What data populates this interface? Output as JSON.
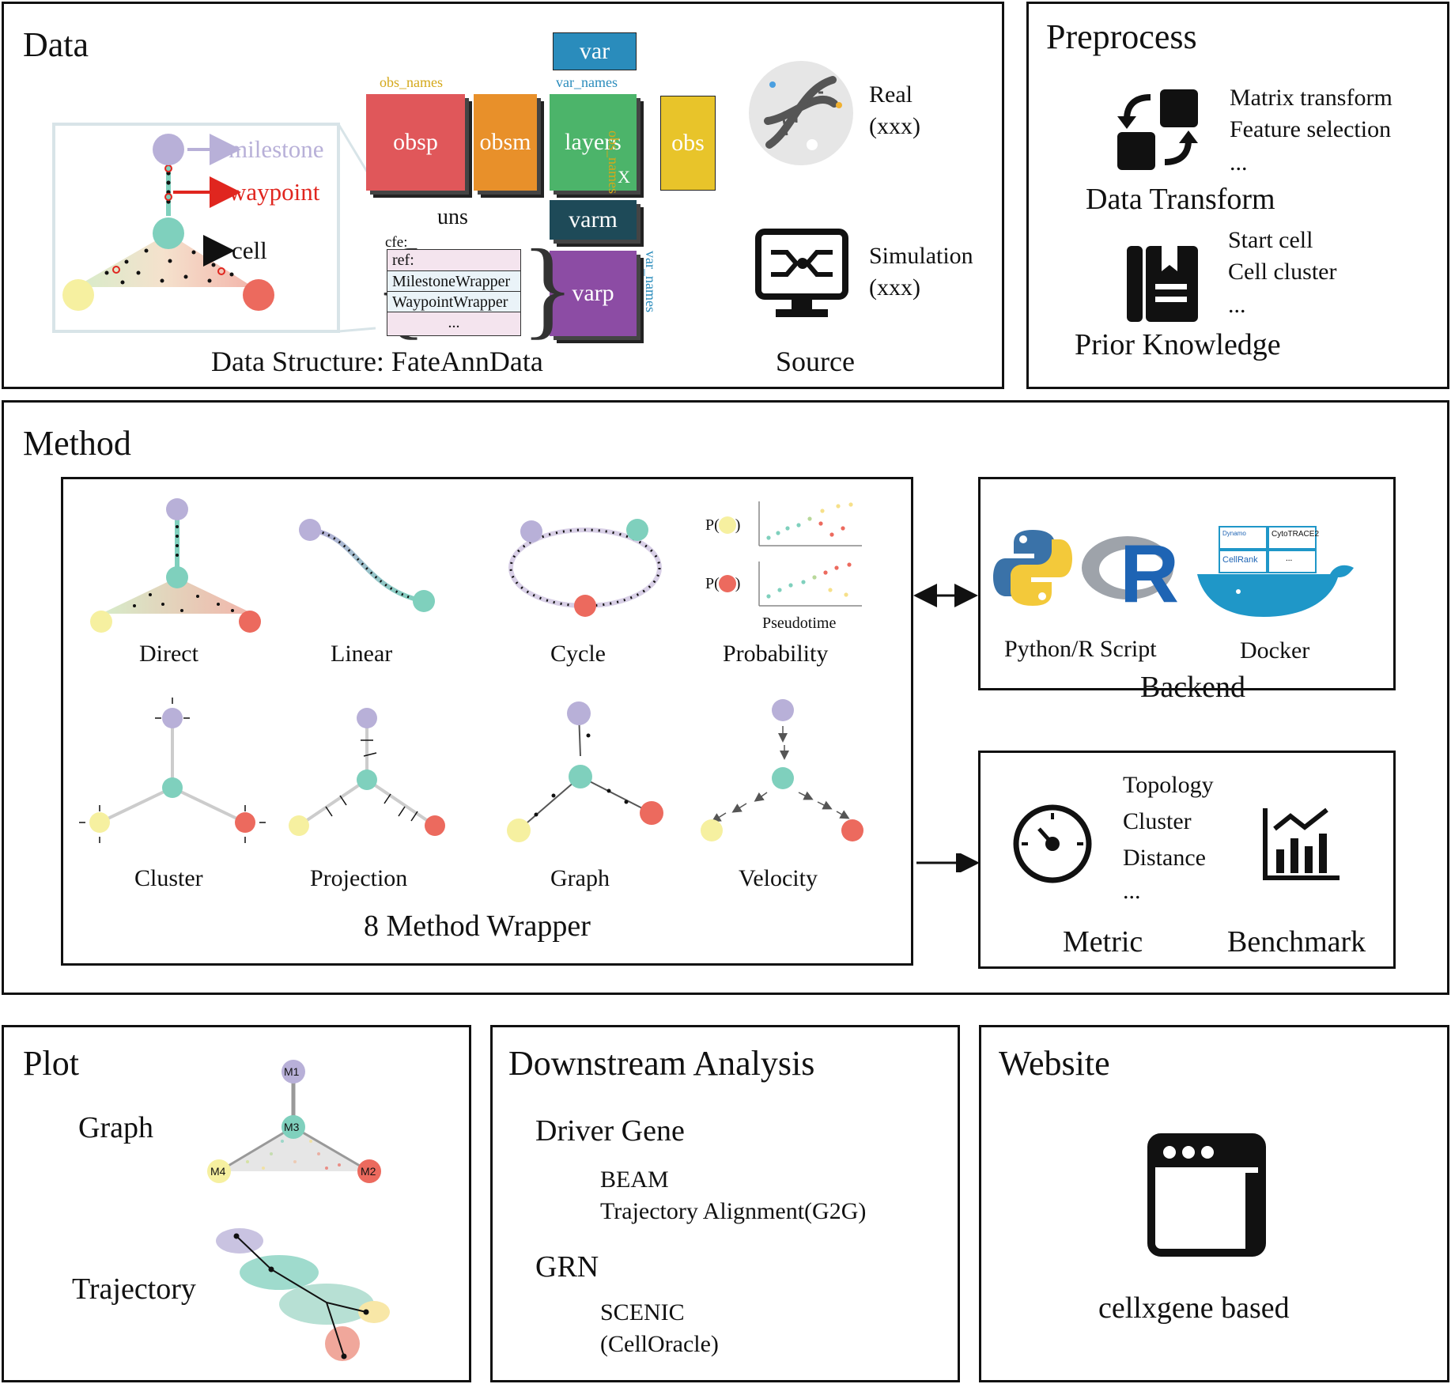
{
  "colors": {
    "milestone": "#b8b0d8",
    "waypoint": "#e0261f",
    "cell_teal": "#7fd0bd",
    "yellow": "#f6f0a0",
    "red": "#ec6a5e",
    "obsp": "#e0575a",
    "obsm": "#e8902a",
    "layers": "#4cb46a",
    "obs": "#e8c42a",
    "var": "#2a8cbc",
    "varm": "#1e4a58",
    "varp": "#8c4ca4",
    "python_blue": "#3a72a8",
    "python_yellow": "#f3c93a",
    "r_blue": "#1e64b4",
    "docker_blue": "#1f97c8"
  },
  "data": {
    "title": "Data",
    "schema": {
      "milestone": "milestone",
      "waypoint": "waypoint",
      "cell": "cell"
    },
    "blocks": {
      "obs_names": "obs_names",
      "var_names_top": "var_names",
      "obs_names_vertical": "obs_names",
      "var_names_vertical": "var_names",
      "obsp": "obsp",
      "obsm": "obsm",
      "layers": "layers",
      "x": "X",
      "obs": "obs",
      "var": "var",
      "varm": "varm",
      "varp": "varp",
      "uns": "uns"
    },
    "uns": {
      "cfe": "cfe:",
      "ref": "ref:",
      "rows": [
        "MilestoneWrapper",
        "WaypointWrapper",
        "..."
      ]
    },
    "structure_caption": "Data Structure: FateAnnData",
    "source": {
      "real": "Real",
      "real_sub": "(xxx)",
      "simulation": "Simulation",
      "simulation_sub": "(xxx)",
      "caption": "Source"
    }
  },
  "preprocess": {
    "title": "Preprocess",
    "transform_items": [
      "Matrix transform",
      "Feature selection",
      "..."
    ],
    "transform_label": "Data Transform",
    "prior_items": [
      "Start cell",
      "Cell cluster",
      "..."
    ],
    "prior_label": "Prior Knowledge"
  },
  "method": {
    "title": "Method",
    "methods": [
      "Direct",
      "Linear",
      "Cycle",
      "Probability",
      "Cluster",
      "Projection",
      "Graph",
      "Velocity"
    ],
    "prob": {
      "p_prefix": "P(",
      "p_suffix": ")",
      "pseudotime": "Pseudotime"
    },
    "wrapper_caption": "8 Method Wrapper",
    "backend": {
      "script_label": "Python/R Script",
      "docker_label": "Docker",
      "caption": "Backend",
      "r_letter": "R",
      "container_labels": [
        "Dynamo",
        "CytoTRACE2",
        "CellRank",
        "..."
      ]
    },
    "metric": {
      "items": [
        "Topology",
        "Cluster",
        "Distance",
        "..."
      ],
      "metric_label": "Metric",
      "benchmark_label": "Benchmark"
    }
  },
  "plot": {
    "title": "Plot",
    "graph_label": "Graph",
    "trajectory_label": "Trajectory",
    "nodes": [
      "M1",
      "M3",
      "M4",
      "M2"
    ]
  },
  "downstream": {
    "title": "Downstream Analysis",
    "driver_gene": "Driver Gene",
    "driver_items": [
      "BEAM",
      "Trajectory Alignment(G2G)"
    ],
    "grn": "GRN",
    "grn_items": [
      "SCENIC",
      "(CellOracle)"
    ]
  },
  "website": {
    "title": "Website",
    "caption": "cellxgene based"
  }
}
